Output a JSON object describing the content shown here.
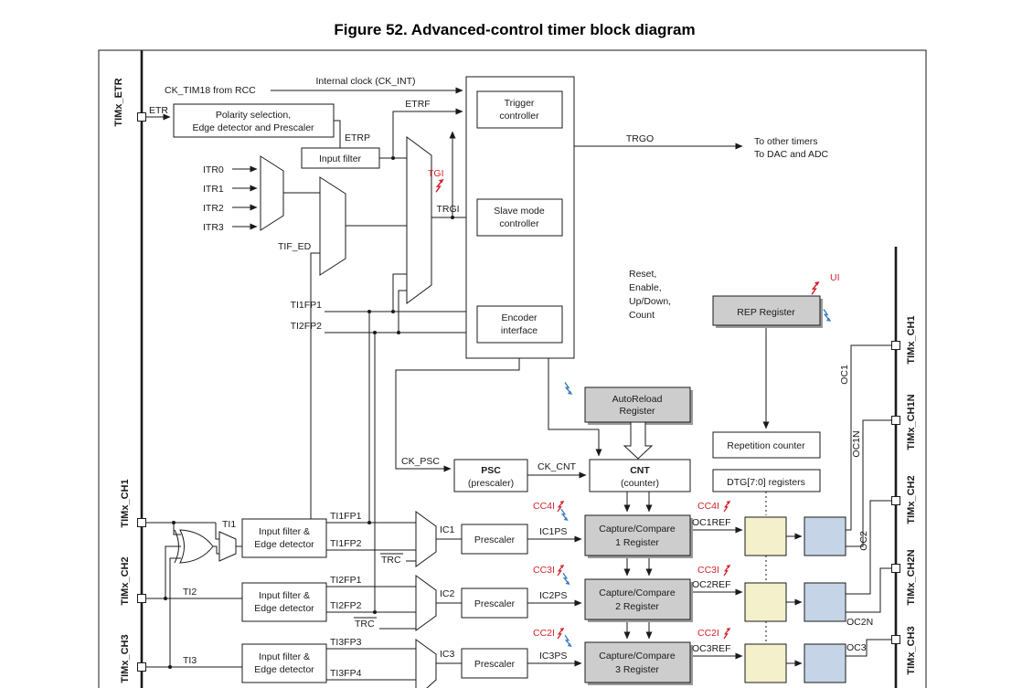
{
  "title": "Figure 52. Advanced-control timer block diagram",
  "colors": {
    "red": "#d2232c",
    "blue": "#3a7cbf",
    "gray_box": "#cdcdcd",
    "yellow_box": "#f5f0cc",
    "blue_box": "#c5d4e6"
  },
  "left_pins": {
    "etr": "TIMx_ETR",
    "ch1": "TIMx_CH1",
    "ch2": "TIMx_CH2",
    "ch3": "TIMx_CH3"
  },
  "right_pins": {
    "ch1": "TIMx_CH1",
    "ch1n": "TIMx_CH1N",
    "ch2": "TIMx_CH2",
    "ch2n": "TIMx_CH2N",
    "ch3": "TIMx_CH3"
  },
  "top": {
    "ck_from_rcc": "CK_TIM18 from RCC",
    "internal_clock": "Internal clock (CK_INT)",
    "etr": "ETR",
    "polarity_l1": "Polarity selection,",
    "polarity_l2": "Edge detector and Prescaler",
    "etrp": "ETRP",
    "input_filter": "Input filter",
    "etrf": "ETRF",
    "trigger_l1": "Trigger",
    "trigger_l2": "controller",
    "tgi": "TGI",
    "trgi": "TRGI",
    "slave_l1": "Slave mode",
    "slave_l2": "controller",
    "itr": [
      "ITR0",
      "ITR1",
      "ITR2",
      "ITR3"
    ],
    "tif_ed": "TIF_ED",
    "ti1fp1": "TI1FP1",
    "ti2fp2": "TI2FP2",
    "encoder_l1": "Encoder",
    "encoder_l2": "interface",
    "trgo": "TRGO",
    "dest_l1": "To other timers",
    "dest_l2": "To DAC and ADC"
  },
  "mid": {
    "reset_lines": [
      "Reset,",
      "Enable,",
      "Up/Down,",
      "Count"
    ],
    "rep_register": "REP Register",
    "ui": "UI",
    "autoreload_l1": "AutoReload",
    "autoreload_l2": "Register",
    "repetition_counter": "Repetition counter",
    "dtg_registers": "DTG[7:0] registers",
    "ck_psc": "CK_PSC",
    "psc_l1": "PSC",
    "psc_l2": "(prescaler)",
    "ck_cnt": "CK_CNT",
    "cnt_l1": "CNT",
    "cnt_l2": "(counter)"
  },
  "channels": [
    {
      "ti": "TI1",
      "filter_l1": "Input filter &",
      "filter_l2": "Edge detector",
      "fp_a": "TI1FP1",
      "fp_b": "TI1FP2",
      "trc": "TRC",
      "ic": "IC1",
      "prescaler": "Prescaler",
      "icps": "IC1PS",
      "cci_left": "CC4I",
      "cci_right": "CC4I",
      "reg_l1": "Capture/Compare",
      "reg_l2": "1 Register",
      "ocref": "OC1REF",
      "oc": "OC1",
      "ocn": "OC1N"
    },
    {
      "ti": "TI2",
      "filter_l1": "Input filter &",
      "filter_l2": "Edge detector",
      "fp_a": "TI2FP1",
      "fp_b": "TI2FP2",
      "trc": "TRC",
      "ic": "IC2",
      "prescaler": "Prescaler",
      "icps": "IC2PS",
      "cci_left": "CC3I",
      "cci_right": "CC3I",
      "reg_l1": "Capture/Compare",
      "reg_l2": "2 Register",
      "ocref": "OC2REF",
      "oc": "OC2",
      "ocn": "OC2N"
    },
    {
      "ti": "TI3",
      "filter_l1": "Input filter &",
      "filter_l2": "Edge detector",
      "fp_a": "TI3FP3",
      "fp_b": "TI3FP4",
      "ic": "IC3",
      "prescaler": "Prescaler",
      "icps": "IC3PS",
      "cci_left": "CC2I",
      "cci_right": "CC2I",
      "reg_l1": "Capture/Compare",
      "reg_l2": "3 Register",
      "ocref": "OC3REF",
      "oc": "OC3"
    }
  ]
}
